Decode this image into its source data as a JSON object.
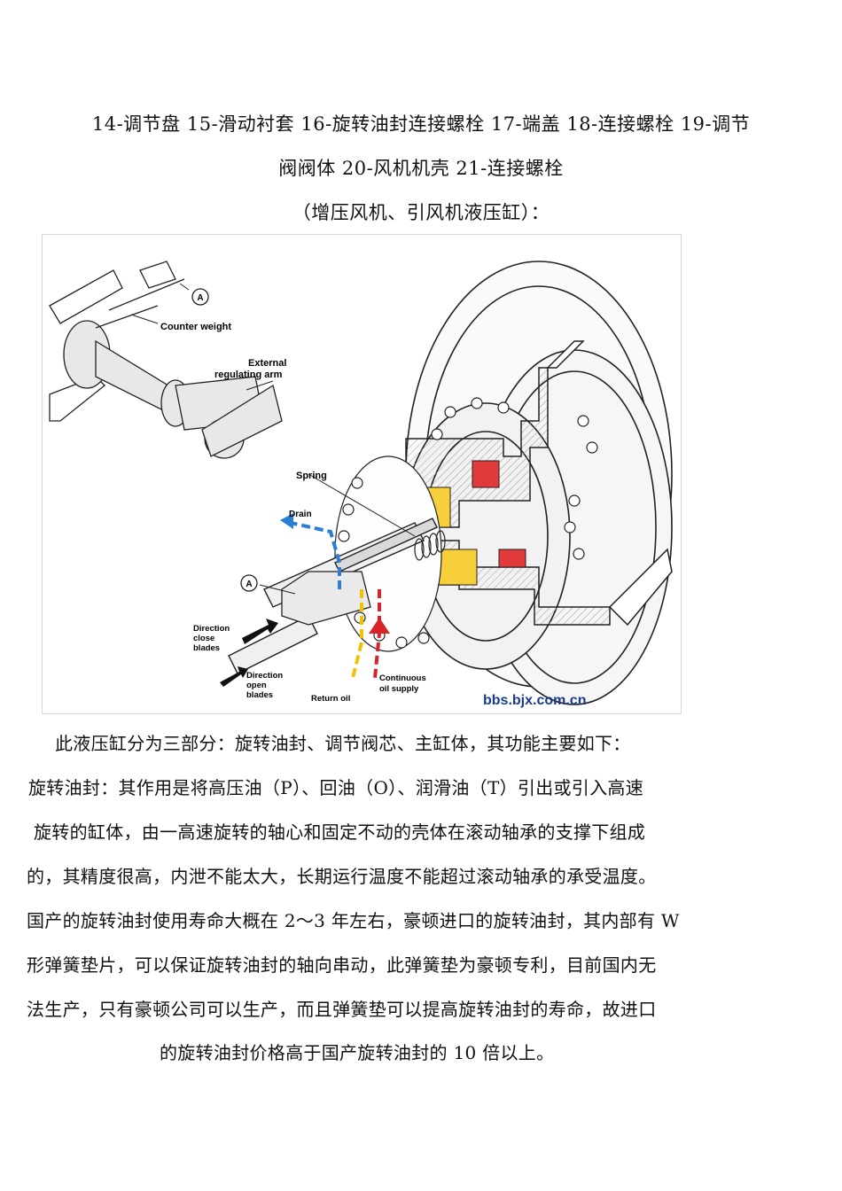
{
  "caption": {
    "line1": "14-调节盘 15-滑动衬套 16-旋转油封连接螺栓 17-端盖 18-连接螺栓 19-调节",
    "line2": "阀阀体 20-风机机壳 21-连接螺栓",
    "line3": "（增压风机、引风机液压缸）："
  },
  "figure": {
    "labels": {
      "counter_weight": "Counter weight",
      "external_arm_1": "External",
      "external_arm_2": "regulating arm",
      "spring": "Spring",
      "drain": "Drain",
      "marker_a": "A",
      "direction_close_1": "Direction",
      "direction_close_2": "close",
      "direction_close_3": "blades",
      "direction_open_1": "Direction",
      "direction_open_2": "open",
      "direction_open_3": "blades",
      "return_oil": "Return oil",
      "continuous_1": "Continuous",
      "continuous_2": "oil supply",
      "watermark": "bbs.bjx.com.cn"
    },
    "colors": {
      "drain": "#2a7fd4",
      "return": "#f2c200",
      "supply": "#d8232a",
      "watermark": "#1a3c8c"
    }
  },
  "body": {
    "p1": "此液压缸分为三部分：旋转油封、调节阀芯、主缸体，其功能主要如下：",
    "p2": "旋转油封：其作用是将高压油（P）、回油（O）、润滑油（T）引出或引入高速",
    "p3": "旋转的缸体，由一高速旋转的轴心和固定不动的壳体在滚动轴承的支撑下组成",
    "p4": "的，其精度很高，内泄不能太大，长期运行温度不能超过滚动轴承的承受温度。",
    "p5": "国产的旋转油封使用寿命大概在 2～3 年左右，豪顿进口的旋转油封，其内部有 W",
    "p6": "形弹簧垫片，可以保证旋转油封的轴向串动，此弹簧垫为豪顿专利，目前国内无",
    "p7": "法生产，只有豪顿公司可以生产，而且弹簧垫可以提高旋转油封的寿命，故进口",
    "p8": "的旋转油封价格高于国产旋转油封的 10 倍以上。"
  }
}
